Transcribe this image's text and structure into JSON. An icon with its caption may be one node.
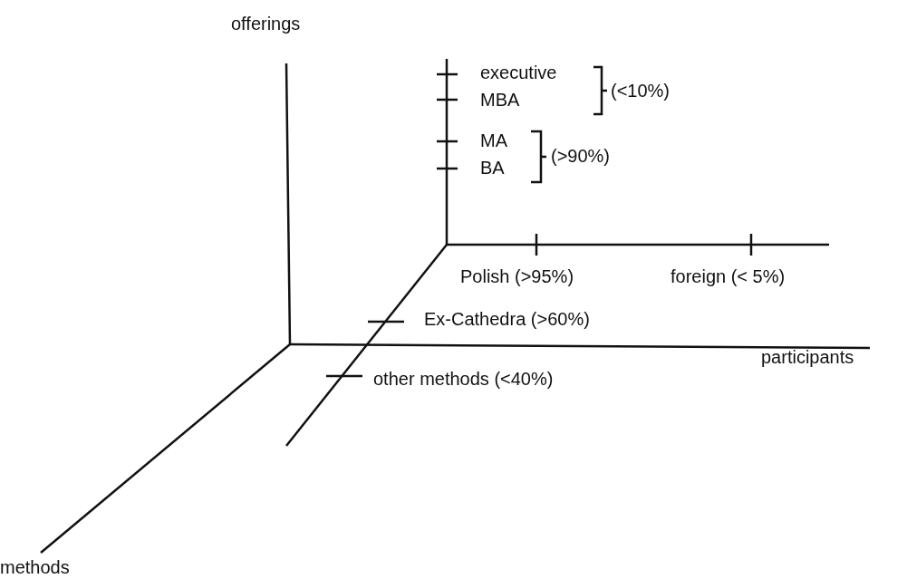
{
  "diagram": {
    "labels": [
      "offerings",
      "executive",
      "MBA",
      "(<10%)",
      "MA",
      "BA",
      "(>90%)",
      "Polish (>95%)",
      "foreign (< 5%)",
      "Ex-Cathedra (>60%)",
      "participants",
      "other methods (<40%)",
      "methods"
    ]
  }
}
